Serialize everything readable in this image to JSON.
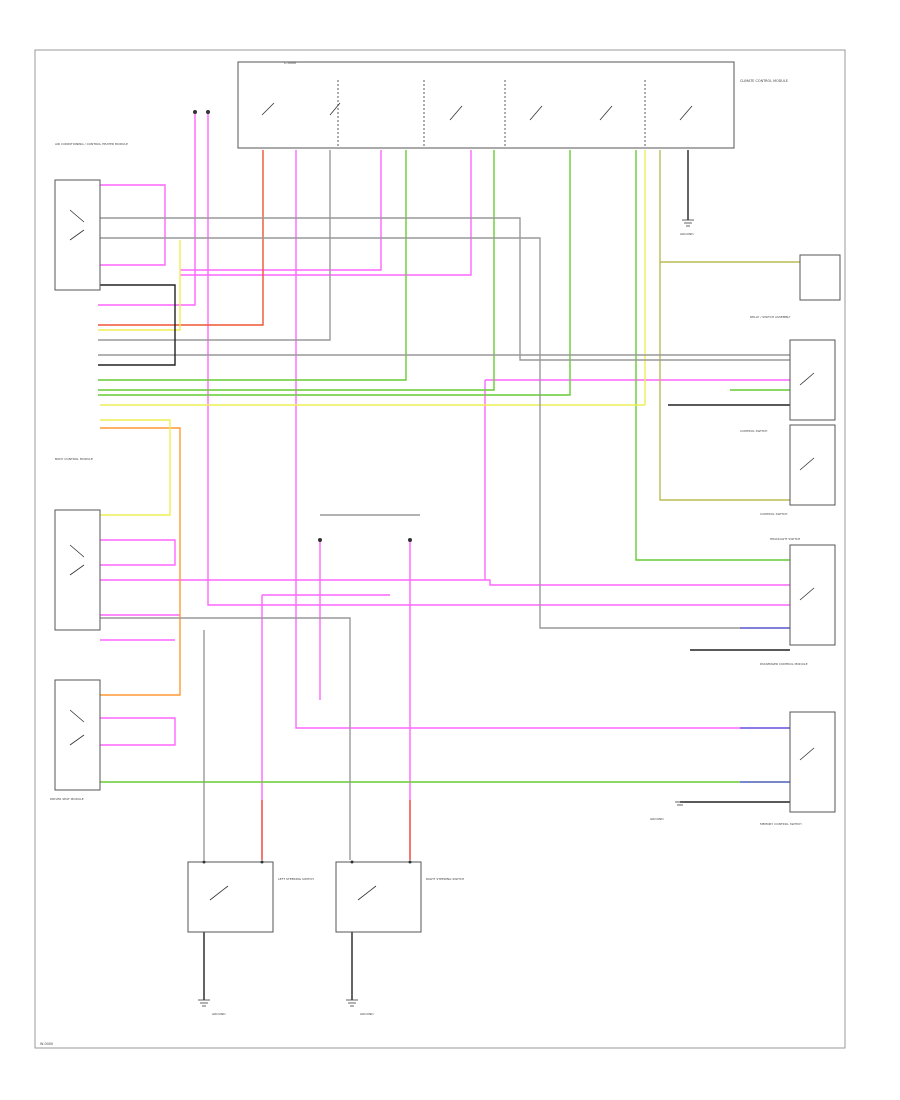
{
  "footer_code": "W-0000",
  "top_unit": {
    "name": "CLIMATE CONTROL MODULE",
    "header": "C-0000"
  },
  "right_components": [
    {
      "id": "rc1",
      "label": "RELAY / SWITCH ASSEMBLY"
    },
    {
      "id": "rc2",
      "label": "CONTROL SWITCH"
    },
    {
      "id": "rc3",
      "label": "CONTROL SWITCH"
    },
    {
      "id": "rc4",
      "label": "HEADLIGHT SWITCH"
    },
    {
      "id": "rc5",
      "label": "PASSENGER CONTROL MODULE"
    },
    {
      "id": "rc6",
      "label": "MEMORY CONTROL SWITCH"
    }
  ],
  "left_components": [
    {
      "id": "lc1",
      "label": "AIR CONDITIONING / CONTROL HEATER MODULE"
    },
    {
      "id": "lc2",
      "label": "BODY CONTROL MODULE"
    },
    {
      "id": "lc3",
      "label": "DRIVER SEAT MODULE"
    }
  ],
  "bottom_components": [
    {
      "id": "bc1",
      "label": "LEFT STEERING SWITCH"
    },
    {
      "id": "bc2",
      "label": "RIGHT STEERING SWITCH"
    }
  ],
  "ground_labels": [
    "GROUND",
    "GROUND",
    "GROUND",
    "GROUND"
  ],
  "wire_colors": {
    "pink": "#ff66ff",
    "green": "#66cc33",
    "yellow": "#eeee55",
    "red": "#ee5533",
    "orange": "#ff9933",
    "black": "#222222",
    "gray": "#999999",
    "blue": "#6666dd",
    "olive": "#bbbb55"
  }
}
